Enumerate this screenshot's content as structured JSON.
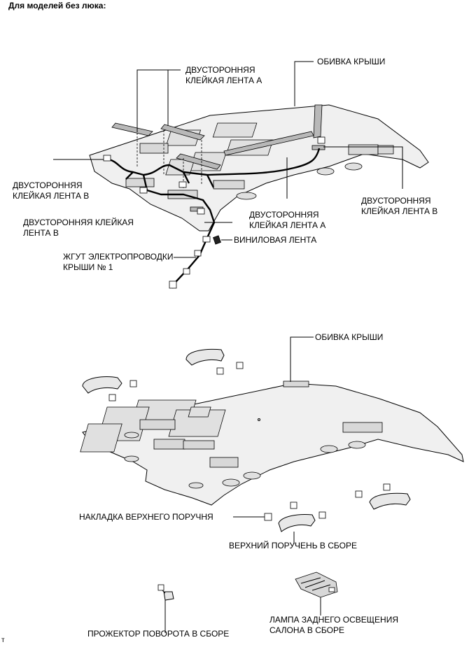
{
  "heading": "Для моделей без люка:",
  "corner_mark": "т",
  "top": {
    "labels": {
      "tape_a_top": [
        "ДВУСТОРОННЯЯ",
        "КЛЕЙКАЯ ЛЕНТА А"
      ],
      "headliner": "ОБИВКА КРЫШИ",
      "tape_b_left": [
        "ДВУСТОРОННЯЯ",
        "КЛЕЙКАЯ ЛЕНТА В"
      ],
      "tape_b_right": [
        "ДВУСТОРОННЯЯ",
        "КЛЕЙКАЯ ЛЕНТА В"
      ],
      "tape_a_mid": [
        "ДВУСТОРОННЯЯ",
        "КЛЕЙКАЯ ЛЕНТА А"
      ],
      "tape_b_lower": [
        "ДВУСТОРОННЯЯ КЛЕЙКАЯ",
        "ЛЕНТА В"
      ],
      "vinyl": "ВИНИЛОВАЯ ЛЕНТА",
      "harness": [
        "ЖГУТ ЭЛЕКТРОПРОВОДКИ",
        "КРЫШИ № 1"
      ]
    }
  },
  "bottom": {
    "labels": {
      "headliner": "ОБИВКА КРЫШИ",
      "grip_cover": "НАКЛАДКА ВЕРХНЕГО ПОРУЧНЯ",
      "grip_assy": "ВЕРХНИЙ ПОРУЧЕНЬ В СБОРЕ",
      "spot_lamp": "ПРОЖЕКТОР ПОВОРОТА В СБОРЕ",
      "rear_lamp": [
        "ЛАМПА ЗАДНЕГО ОСВЕЩЕНИЯ",
        "САЛОНА В СБОРЕ"
      ]
    }
  }
}
